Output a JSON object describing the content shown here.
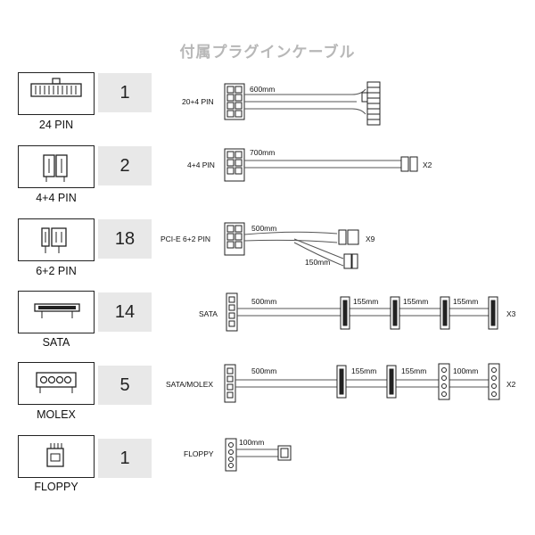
{
  "title": "付属プラグインケーブル",
  "rows": [
    {
      "connector": "24 PIN",
      "count": "1",
      "cable_label": "20+4 PIN",
      "lengths": [
        "600mm"
      ],
      "multiplier": ""
    },
    {
      "connector": "4+4 PIN",
      "count": "2",
      "cable_label": "4+4 PIN",
      "lengths": [
        "700mm"
      ],
      "multiplier": "X2"
    },
    {
      "connector": "6+2 PIN",
      "count": "18",
      "cable_label": "PCI-E 6+2 PIN",
      "lengths": [
        "500mm",
        "150mm"
      ],
      "multiplier": "X9"
    },
    {
      "connector": "SATA",
      "count": "14",
      "cable_label": "SATA",
      "lengths": [
        "500mm",
        "155mm",
        "155mm",
        "155mm"
      ],
      "multiplier": "X3"
    },
    {
      "connector": "MOLEX",
      "count": "5",
      "cable_label": "SATA/MOLEX",
      "lengths": [
        "500mm",
        "155mm",
        "155mm",
        "100mm"
      ],
      "multiplier": "X2"
    },
    {
      "connector": "FLOPPY",
      "count": "1",
      "cable_label": "FLOPPY",
      "lengths": [
        "100mm"
      ],
      "multiplier": ""
    }
  ]
}
